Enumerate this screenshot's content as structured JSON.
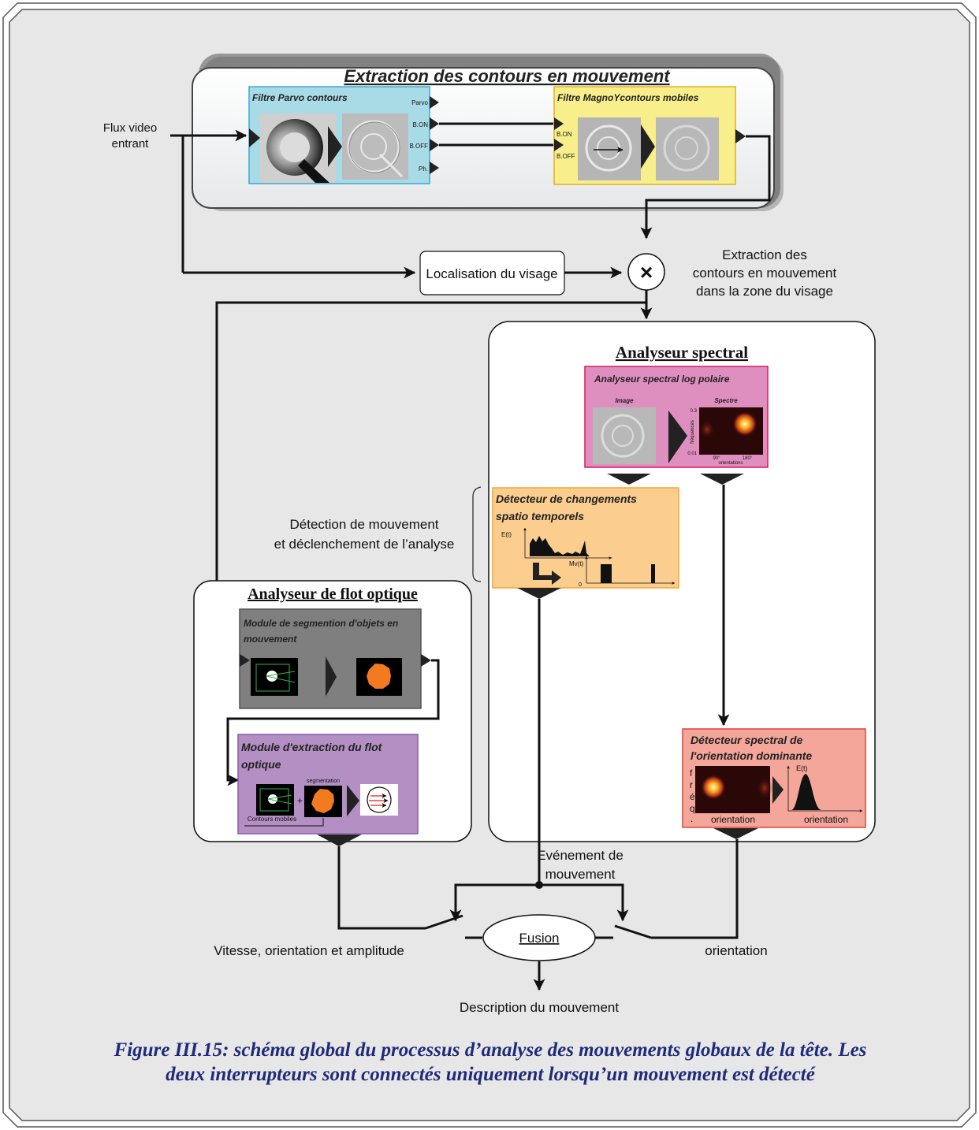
{
  "colors": {
    "frame_bg": "#e7e7e7",
    "parvo_fill": "#a8dbe6",
    "parvo_stroke": "#3aa8d6",
    "magno_fill": "#f8ef8c",
    "magno_stroke": "#e0b020",
    "spectral_fill": "#df8fbf",
    "spectral_stroke": "#d81b5b",
    "detector_fill": "#fbcd8e",
    "detector_stroke": "#f0a830",
    "segmentation_fill": "#7f7f7f",
    "flow_fill": "#b38fc3",
    "flow_stroke": "#8a5aa8",
    "orientation_fill": "#f4a69a",
    "orientation_stroke": "#e0453a",
    "caption": "#1f2a7a",
    "orange_blob": "#f47a20"
  },
  "input": {
    "label_line1": "Flux video",
    "label_line2": "entrant"
  },
  "extraction_panel": {
    "title": "Extraction des contours en mouvement",
    "parvo": {
      "title": "Filtre Parvo contours",
      "outputs": [
        "Parvo",
        "B.ON",
        "B.OFF",
        "Ph."
      ]
    },
    "magno": {
      "title": "Filtre MagnoYcontours mobiles",
      "inputs": [
        "B.ON",
        "B.OFF"
      ]
    }
  },
  "face": {
    "label": "Localisation du visage"
  },
  "multiply": {
    "symbol": "×",
    "label_line1": "Extraction des",
    "label_line2": "contours en mouvement",
    "label_line3": "dans la zone du visage"
  },
  "spectral": {
    "title": "Analyseur spectral",
    "logpolar": {
      "title": "Analyseur spectral log polaire",
      "image_label": "Image",
      "spectrum_label": "Spectre",
      "y_top": "0.3",
      "y_axis": "fréquences",
      "y_bottom": "0.01",
      "x_mid": "90°",
      "x_right": "180°",
      "x_axis": "orientations"
    },
    "detector": {
      "title_line1": "Détecteur de changements",
      "title_line2": "spatio temporels",
      "e_label": "E(t)",
      "mv_label": "Mv(t)",
      "zero": "0"
    },
    "orientation": {
      "title_line1": "Détecteur spectral de",
      "title_line2": "l'orientation dominante",
      "y_letters": [
        "f",
        "r",
        "é",
        "q",
        "."
      ],
      "et_label": "E(t)",
      "x_label_left": "orientation",
      "x_label_right": "orientation"
    }
  },
  "detection_label": {
    "line1": "Détection de mouvement",
    "line2": "et déclenchement de l’analyse"
  },
  "flow": {
    "title": "Analyseur de flot optique",
    "segmentation": {
      "title_line1": "Module de segmention d'objets en",
      "title_line2": "mouvement"
    },
    "extraction": {
      "title_line1": "Module d'extraction du flot",
      "title_line2": "optique",
      "segmentation_label": "segmentation",
      "plus": "+",
      "contours_label": "Contours mobiles"
    }
  },
  "event": {
    "line1": "Evénement de",
    "line2": "mouvement"
  },
  "fusion": {
    "label": "Fusion"
  },
  "left_output": "Vitesse, orientation et amplitude",
  "right_output": "orientation",
  "bottom_output": "Description du mouvement",
  "caption": {
    "line1": "Figure III.15: schéma global du processus d’analyse des mouvements globaux de la tête. Les",
    "line2": "deux interrupteurs sont connectés uniquement lorsqu’un mouvement est détecté"
  }
}
